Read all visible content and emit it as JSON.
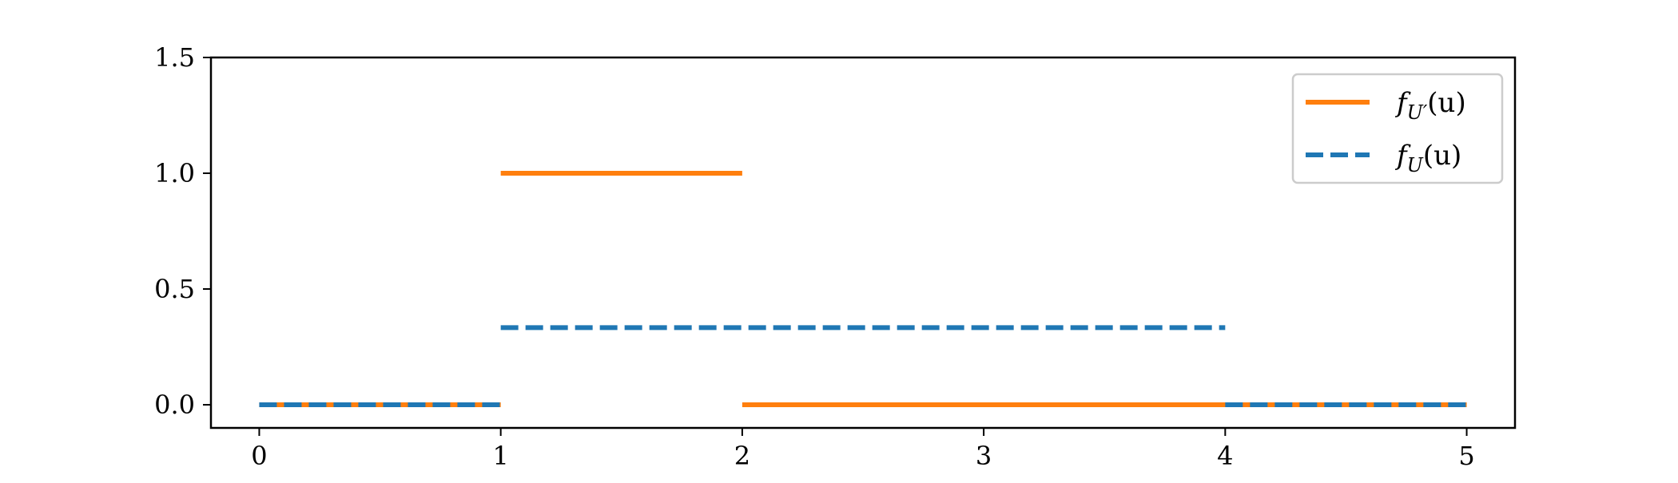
{
  "chart_data": {
    "type": "line",
    "title": "",
    "xlabel": "",
    "ylabel": "",
    "xlim": [
      -0.2,
      5.2
    ],
    "ylim": [
      -0.1,
      1.5
    ],
    "xticks": [
      0,
      1,
      2,
      3,
      4,
      5
    ],
    "xtick_labels": [
      "0",
      "1",
      "2",
      "3",
      "4",
      "5"
    ],
    "yticks": [
      0.0,
      0.5,
      1.0,
      1.5
    ],
    "ytick_labels": [
      "0.0",
      "0.5",
      "1.0",
      "1.5"
    ],
    "grid": false,
    "legend_placement": "top-right",
    "series": [
      {
        "name": "f_{U'}(u)",
        "label_main": "f",
        "label_sub": "U′",
        "label_tail": "(u)",
        "color": "#ff7f0e",
        "style": "solid",
        "segments": [
          {
            "x": [
              0,
              1
            ],
            "y": [
              0,
              0
            ]
          },
          {
            "x": [
              1,
              2
            ],
            "y": [
              1,
              1
            ]
          },
          {
            "x": [
              2,
              5
            ],
            "y": [
              0,
              0
            ]
          }
        ]
      },
      {
        "name": "f_U(u)",
        "label_main": "f",
        "label_sub": "U",
        "label_tail": "(u)",
        "color": "#1f77b4",
        "style": "dashed",
        "segments": [
          {
            "x": [
              0,
              1
            ],
            "y": [
              0,
              0
            ]
          },
          {
            "x": [
              1,
              4
            ],
            "y": [
              0.3333,
              0.3333
            ]
          },
          {
            "x": [
              4,
              5
            ],
            "y": [
              0,
              0
            ]
          }
        ]
      }
    ]
  }
}
